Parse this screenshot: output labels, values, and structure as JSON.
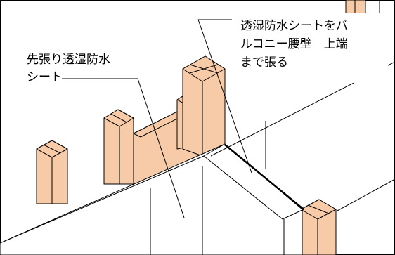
{
  "labels": {
    "left_line1": "先張り透湿防水",
    "left_line2": "シート",
    "right_line1": "透湿防水シートをバ",
    "right_line2": "ルコニー腰壁　上端",
    "right_line3": "まで張る"
  },
  "colors": {
    "wood": "#F7CBA7",
    "line": "#000000",
    "background": "#FFFFFF"
  }
}
